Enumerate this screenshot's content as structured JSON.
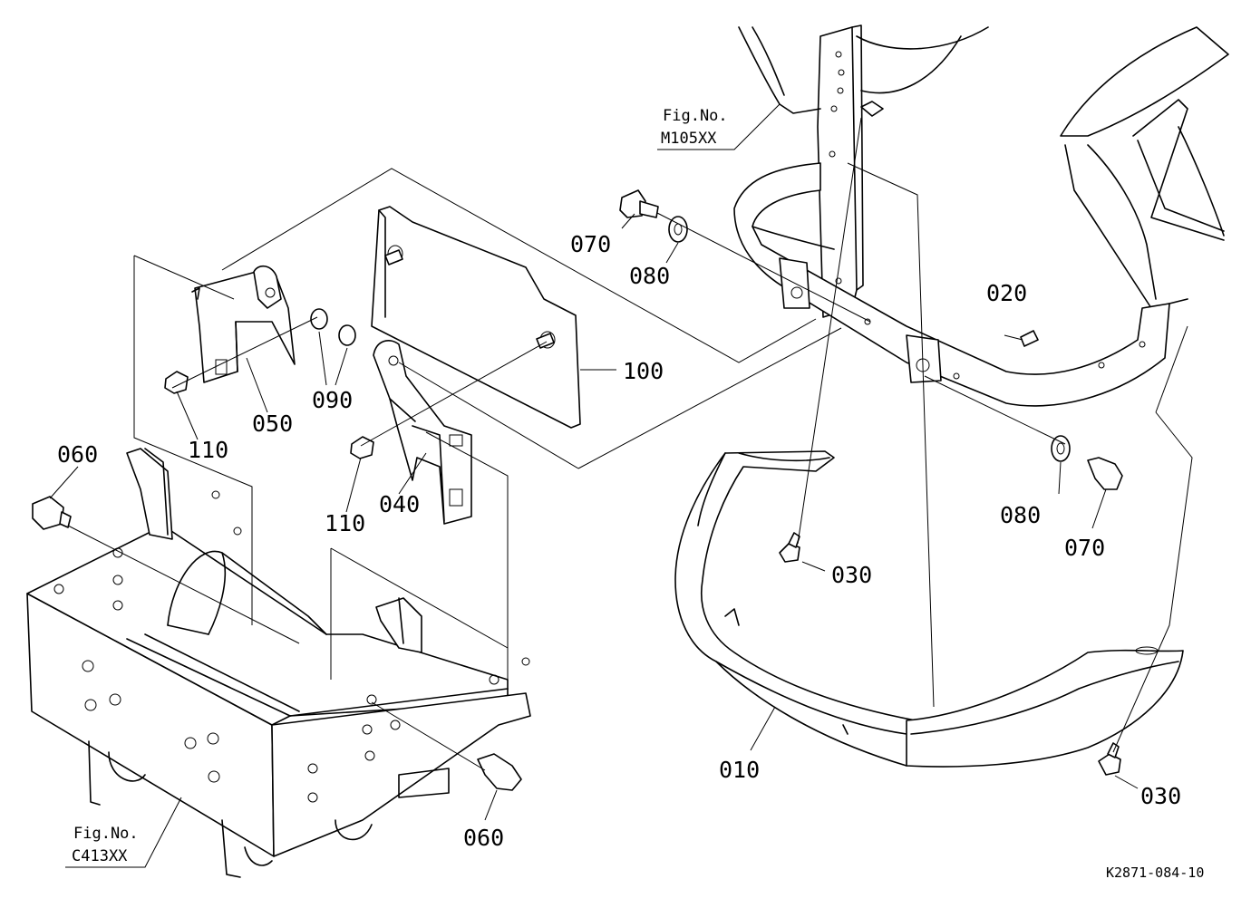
{
  "parts": [
    {
      "key": "p010",
      "label": "010"
    },
    {
      "key": "p020",
      "label": "020"
    },
    {
      "key": "p030a",
      "label": "030"
    },
    {
      "key": "p030b",
      "label": "030"
    },
    {
      "key": "p040",
      "label": "040"
    },
    {
      "key": "p050",
      "label": "050"
    },
    {
      "key": "p060a",
      "label": "060"
    },
    {
      "key": "p060b",
      "label": "060"
    },
    {
      "key": "p070a",
      "label": "070"
    },
    {
      "key": "p070b",
      "label": "070"
    },
    {
      "key": "p080a",
      "label": "080"
    },
    {
      "key": "p080b",
      "label": "080"
    },
    {
      "key": "p090",
      "label": "090"
    },
    {
      "key": "p100",
      "label": "100"
    },
    {
      "key": "p110a",
      "label": "110"
    },
    {
      "key": "p110b",
      "label": "110"
    }
  ],
  "figure_refs": {
    "upper": {
      "line1": "Fig.No.",
      "line2": "M105XX"
    },
    "lower": {
      "line1": "Fig.No.",
      "line2": "C413XX"
    }
  },
  "drawing_code": "K2871-084-10"
}
